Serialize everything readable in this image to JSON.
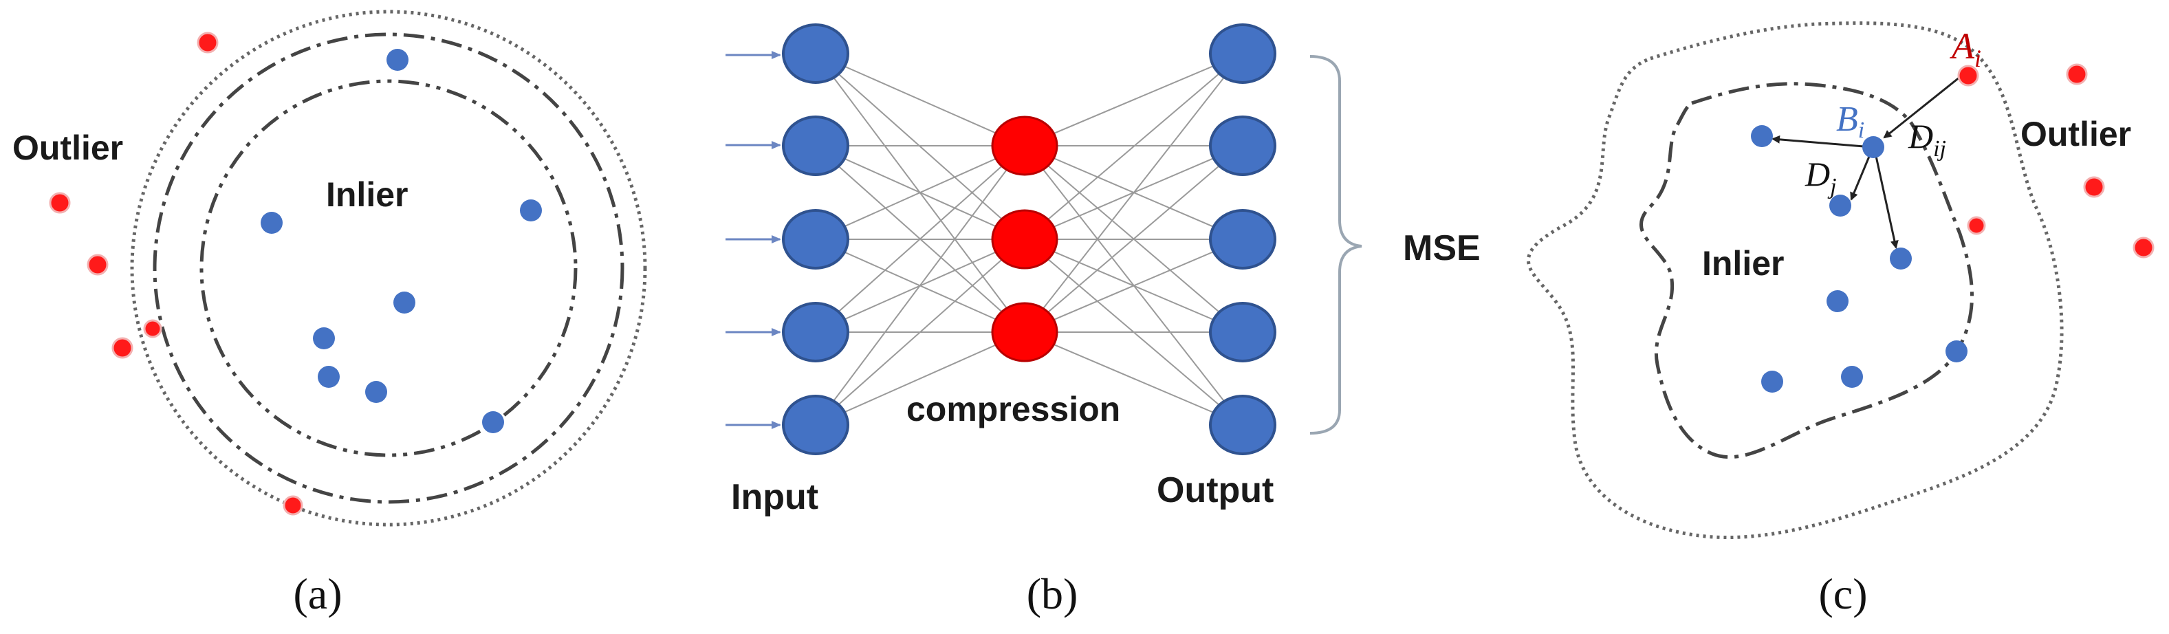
{
  "panel_a": {
    "outlier_label": "Outlier",
    "inlier_label": "Inlier",
    "caption": "(a)"
  },
  "panel_b": {
    "compression_label": "compression",
    "input_label": "Input",
    "output_label": "Output",
    "mse_label": "MSE",
    "caption": "(b)"
  },
  "panel_c": {
    "point_a": {
      "letter": "A",
      "sub": "i"
    },
    "point_b": {
      "letter": "B",
      "sub": "i"
    },
    "distance_ij": {
      "letter": "D",
      "sub": "ij"
    },
    "distance_j": {
      "letter": "D",
      "sub": "j"
    },
    "outlier_label": "Outlier",
    "inlier_label": "Inlier",
    "caption": "(c)"
  },
  "colors": {
    "inlier_point": "#4472c4",
    "outlier_point": "#ff0000",
    "label_a": "#c00000",
    "label_b": "#4472c4"
  }
}
